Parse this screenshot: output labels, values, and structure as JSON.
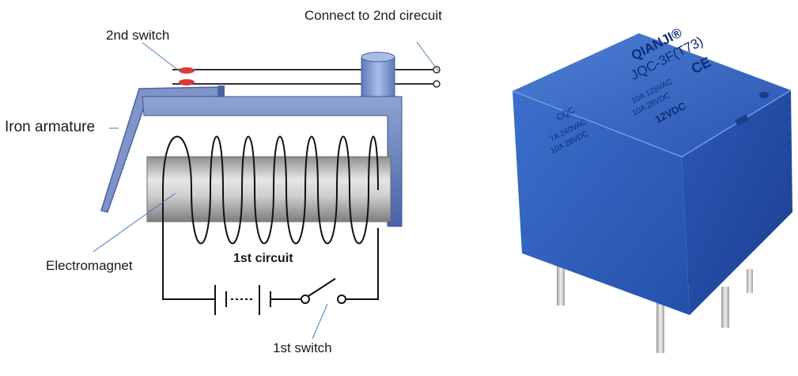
{
  "diagram": {
    "labels": {
      "second_switch": "2nd switch",
      "connect_second_circuit": "Connect to 2nd cirecuit",
      "iron_armature": "Iron armature",
      "electromagnet": "Electromagnet",
      "first_circuit": "1st circuit",
      "first_switch": "1st switch"
    }
  },
  "relay_photo": {
    "brand": "QIANJI®",
    "model": "JQC-3F(T73)",
    "voltage": "12VDC",
    "rating_left_1": "7A 240VAC",
    "rating_left_2": "10A 28VDC",
    "rating_right_1": "10A 125VAC",
    "rating_right_2": "10A 28VDC",
    "cert_left": "CQC",
    "cert_right": "CE",
    "body_color": "#2f5fbf"
  }
}
